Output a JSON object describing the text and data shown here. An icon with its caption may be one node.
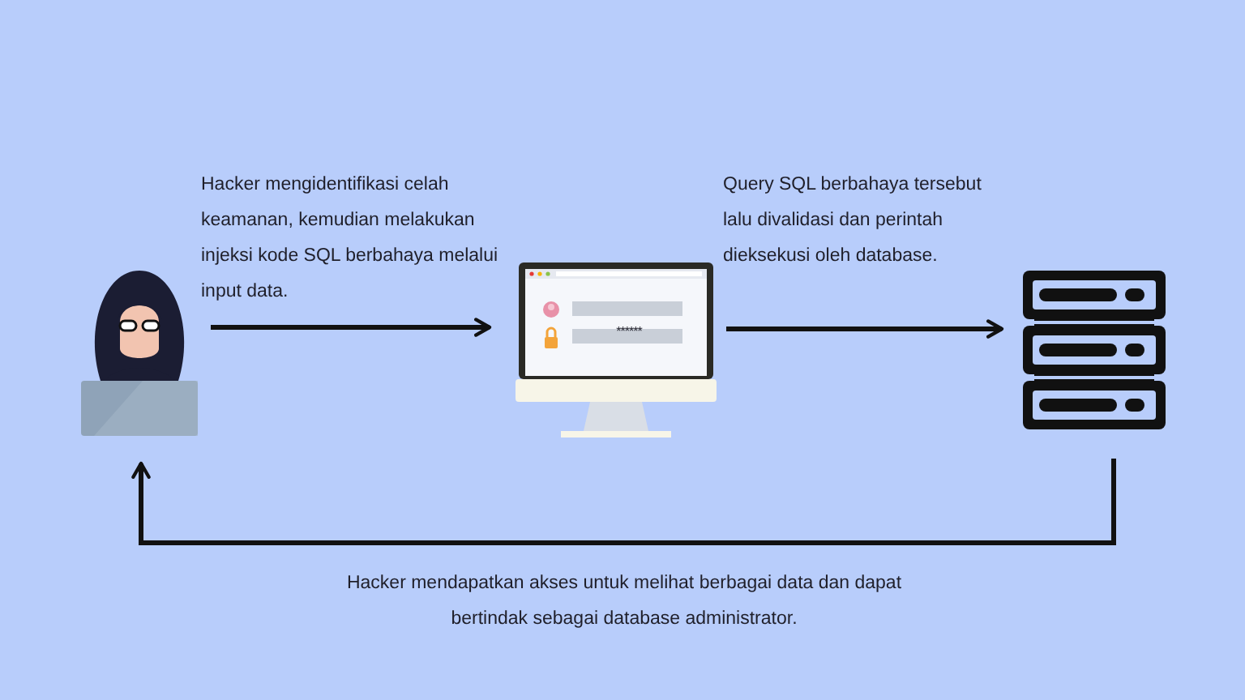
{
  "diagram": {
    "nodes": [
      {
        "text": [],
        "shape": "picture"
      },
      {
        "text": [],
        "shape": "picture"
      },
      {
        "text": [],
        "shape": "picture"
      }
    ],
    "edges": [
      {
        "from": 0,
        "to": 1,
        "arrow": "to",
        "label": "Hacker mengidentifikasi celah keamanan, kemudian melakukan injeksi kode SQL berbahaya melalui input data."
      },
      {
        "from": 1,
        "to": 2,
        "arrow": "to",
        "label": "Query SQL berbahaya tersebut lalu divalidasi dan perintah dieksekusi oleh database."
      },
      {
        "from": 2,
        "to": 0,
        "arrow": "to",
        "label": "Hacker mendapatkan akses untuk melihat berbagai data dan dapat bertindak sebagai database administrator."
      }
    ],
    "labels": [
      "******"
    ]
  }
}
